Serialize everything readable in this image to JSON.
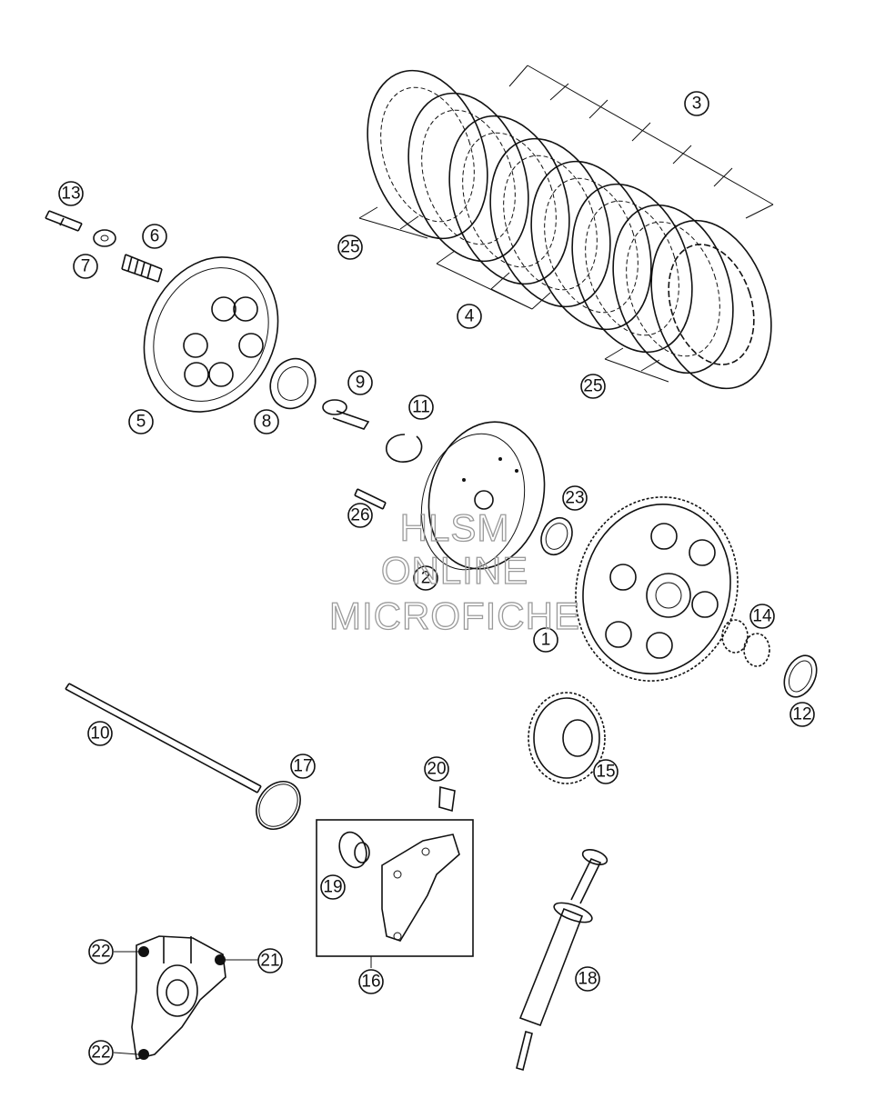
{
  "diagram": {
    "callouts": {
      "c1": "1",
      "c2": "2",
      "c3": "3",
      "c4": "4",
      "c5": "5",
      "c6": "6",
      "c7": "7",
      "c8": "8",
      "c9": "9",
      "c10": "10",
      "c11": "11",
      "c12": "12",
      "c13": "13",
      "c14": "14",
      "c15": "15",
      "c16": "16",
      "c17": "17",
      "c18": "18",
      "c19": "19",
      "c20": "20",
      "c21": "21",
      "c22a": "22",
      "c22b": "22",
      "c23": "23",
      "c25a": "25",
      "c25b": "25",
      "c26": "26"
    },
    "watermark": {
      "line1": "HLSM",
      "line2": "ONLINE",
      "line3": "MICROFICHE"
    }
  }
}
